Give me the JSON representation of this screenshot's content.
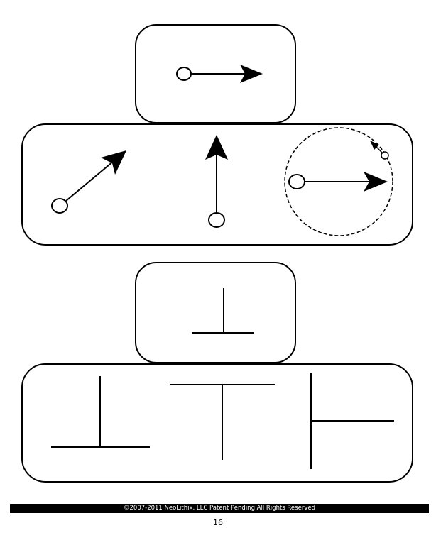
{
  "footer": {
    "copyright": "©2007-2011 NeoLithix, LLC  Patent Pending  All Rights Reserved",
    "page_number": "16"
  },
  "colors": {
    "ink": "#000000",
    "paper": "#ffffff"
  },
  "panels": [
    {
      "name": "top-arrow-panel",
      "symbols": [
        "right-arrow-icon"
      ]
    },
    {
      "name": "arrow-row-panel",
      "symbols": [
        "diagonal-arrow-icon",
        "up-arrow-icon",
        "rotating-arrow-icon"
      ]
    },
    {
      "name": "top-tee-panel",
      "symbols": [
        "perpendicular-icon"
      ]
    },
    {
      "name": "tee-row-panel",
      "symbols": [
        "up-tack-icon",
        "down-tack-icon",
        "right-tack-icon"
      ]
    }
  ]
}
